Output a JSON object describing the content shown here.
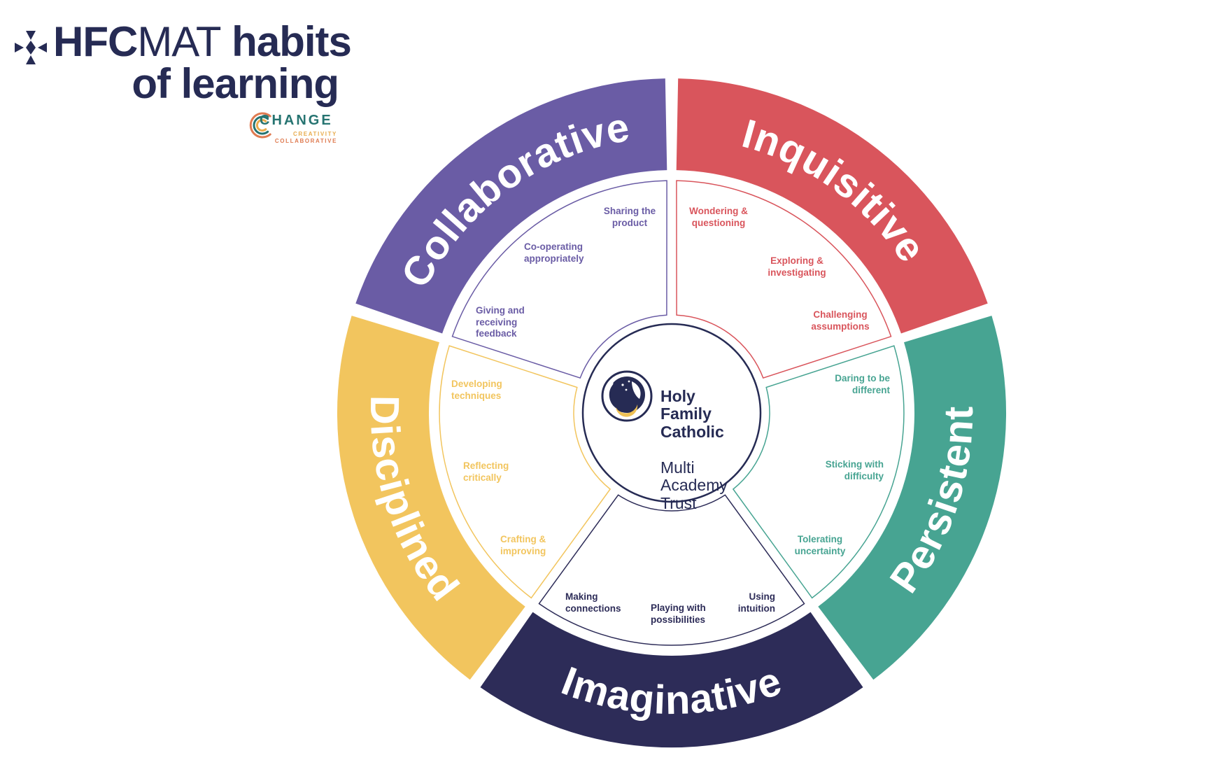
{
  "brand": {
    "title_bold_prefix": "HFC",
    "title_light": "MAT",
    "title_word": " habits",
    "title_line2": "of learning",
    "text_color": "#262B54"
  },
  "change_logo": {
    "name": "CHANGE",
    "tagline1": "CREATIVITY",
    "tagline2": "COLLABORATIVE",
    "teal": "#267471",
    "orange": "#DF7B51",
    "yellow": "#E8AC4E"
  },
  "center": {
    "org_bold_lines": "Holy\nFamily\nCatholic",
    "org_regular_lines": "Multi\nAcademy\nTrust",
    "text_color": "#262B54"
  },
  "habits": [
    {
      "name": "Collaborative",
      "color": "#6A5CA5",
      "subhabits": [
        "Sharing the\nproduct",
        "Co-operating\nappropriately",
        "Giving and\nreceiving\nfeedback"
      ]
    },
    {
      "name": "Inquisitive",
      "color": "#D9555C",
      "subhabits": [
        "Wondering &\nquestioning",
        "Exploring &\ninvestigating",
        "Challenging\nassumptions"
      ]
    },
    {
      "name": "Persistent",
      "color": "#47A492",
      "subhabits": [
        "Daring to be\ndifferent",
        "Sticking with\ndifficulty",
        "Tolerating\nuncertainty"
      ]
    },
    {
      "name": "Imaginative",
      "color": "#2D2C58",
      "subhabits": [
        "Making\nconnections",
        "Playing with\npossibilities",
        "Using\nintuition"
      ]
    },
    {
      "name": "Disciplined",
      "color": "#F2C55E",
      "subhabits": [
        "Developing\ntechniques",
        "Reflecting\ncritically",
        "Crafting &\nimproving"
      ]
    }
  ]
}
